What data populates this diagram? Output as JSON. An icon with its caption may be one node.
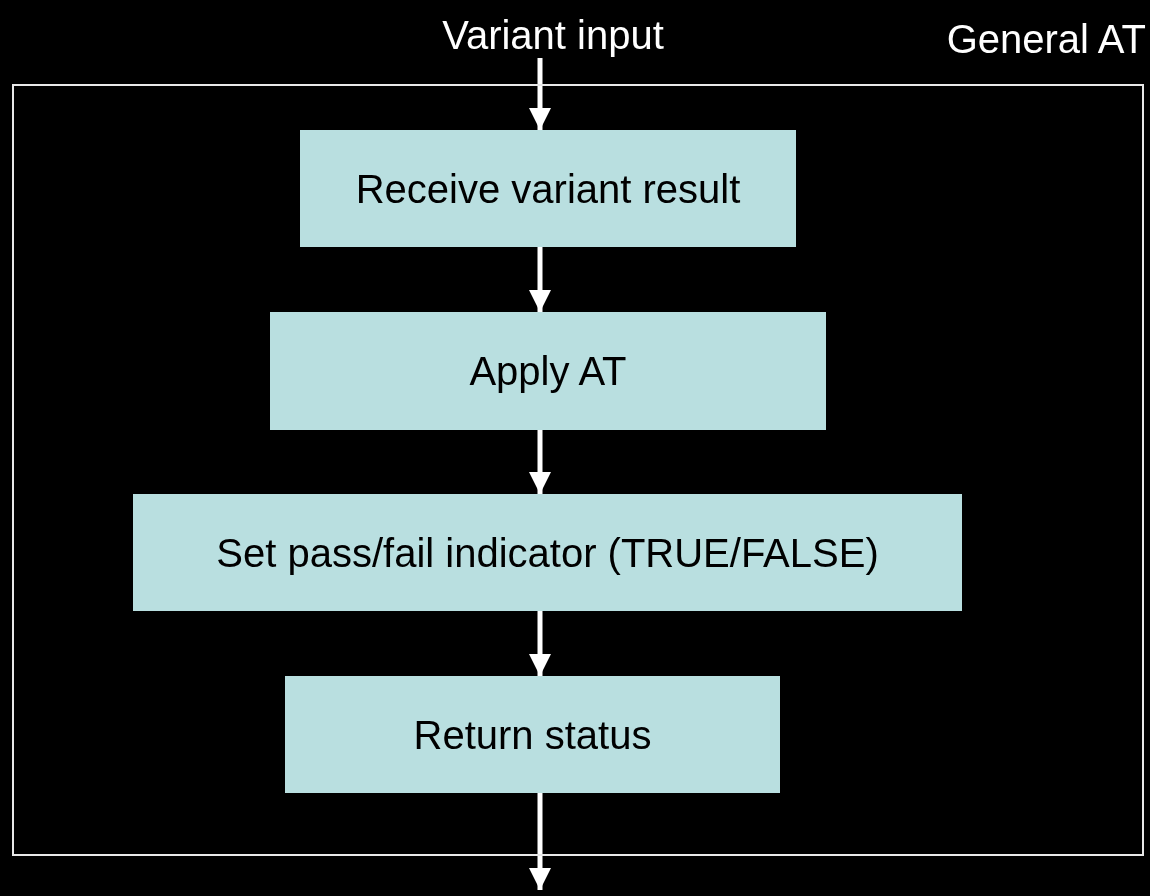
{
  "diagram": {
    "nodes": [
      {
        "text": [
          "General AT"
        ]
      },
      {
        "text": [
          "Variant input"
        ]
      },
      {
        "text": [
          "Receive variant result"
        ],
        "in": 0
      },
      {
        "text": [
          "Apply AT"
        ],
        "in": 0
      },
      {
        "text": [
          "Set pass/fail indicator (TRUE/FALSE)"
        ],
        "in": 0
      },
      {
        "text": [
          "Return status"
        ],
        "in": 0
      }
    ],
    "edges": [
      {
        "from": 1,
        "to": 2,
        "arrow": "to"
      },
      {
        "from": 2,
        "to": 3,
        "arrow": "to"
      },
      {
        "from": 3,
        "to": 4,
        "arrow": "to"
      },
      {
        "from": 4,
        "to": 5,
        "arrow": "to"
      },
      {
        "from": 5,
        "to": null,
        "arrow": "to"
      }
    ]
  }
}
